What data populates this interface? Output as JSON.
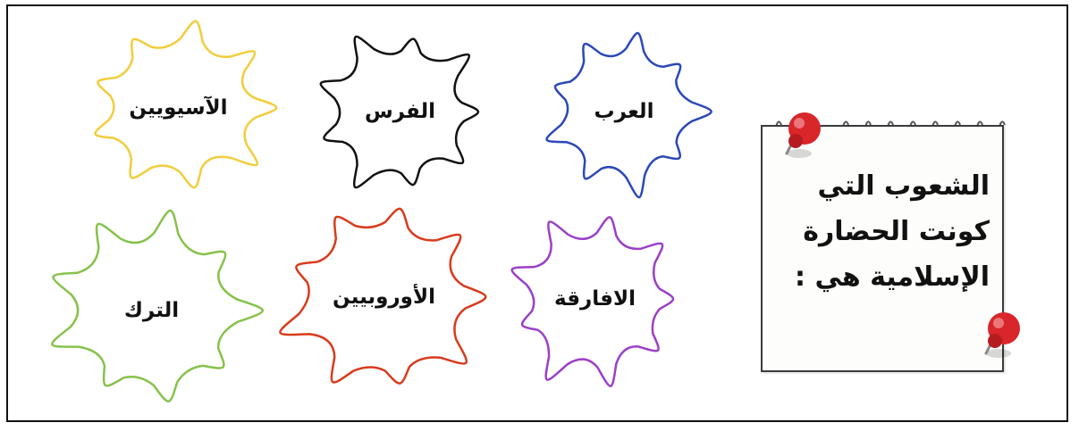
{
  "note": {
    "lines": [
      "الشعوب التي",
      "كونت الحضارة",
      "الإسلامية هي :"
    ]
  },
  "peoples": [
    {
      "id": "arabs",
      "label": "العرب",
      "color": "#2b48b8"
    },
    {
      "id": "persians",
      "label": "الفرس",
      "color": "#111111"
    },
    {
      "id": "asians",
      "label": "الآسيويين",
      "color": "#f2cd3c"
    },
    {
      "id": "africans",
      "label": "الافارقة",
      "color": "#9b3fc9"
    },
    {
      "id": "europeans",
      "label": "الأوروبيين",
      "color": "#d93b1c"
    },
    {
      "id": "turks",
      "label": "الترك",
      "color": "#86c24a"
    }
  ]
}
